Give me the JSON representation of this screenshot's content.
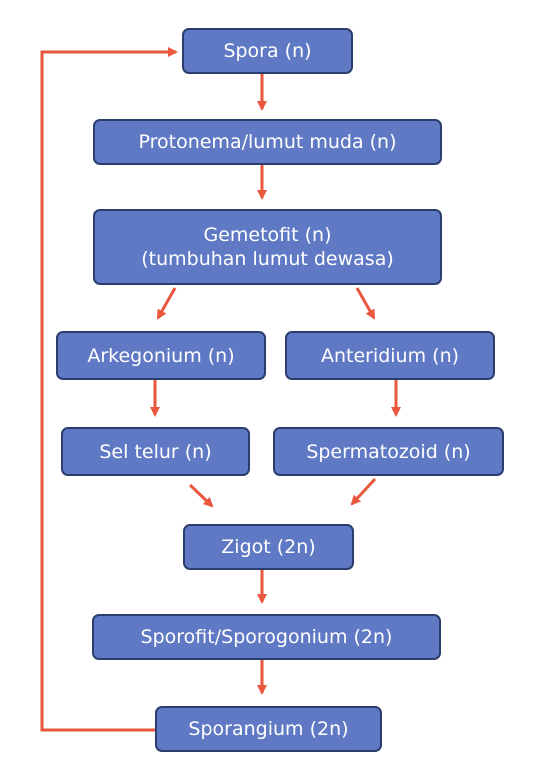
{
  "diagram": {
    "colors": {
      "node_fill": "#5f79c4",
      "node_border": "#2c3d70",
      "arrow": "#e9573f",
      "text": "#ffffff"
    },
    "nodes": {
      "spora": "Spora (n)",
      "protonema": "Protonema/lumut muda (n)",
      "gametofit_line1": "Gemetofit (n)",
      "gametofit_line2": "(tumbuhan lumut dewasa)",
      "arkegonium": "Arkegonium (n)",
      "anteridium": "Anteridium (n)",
      "sel_telur": "Sel telur (n)",
      "spermatozoid": "Spermatozoid (n)",
      "zigot": "Zigot (2n)",
      "sporofit": "Sporofit/Sporogonium (2n)",
      "sporangium": "Sporangium (2n)"
    }
  }
}
